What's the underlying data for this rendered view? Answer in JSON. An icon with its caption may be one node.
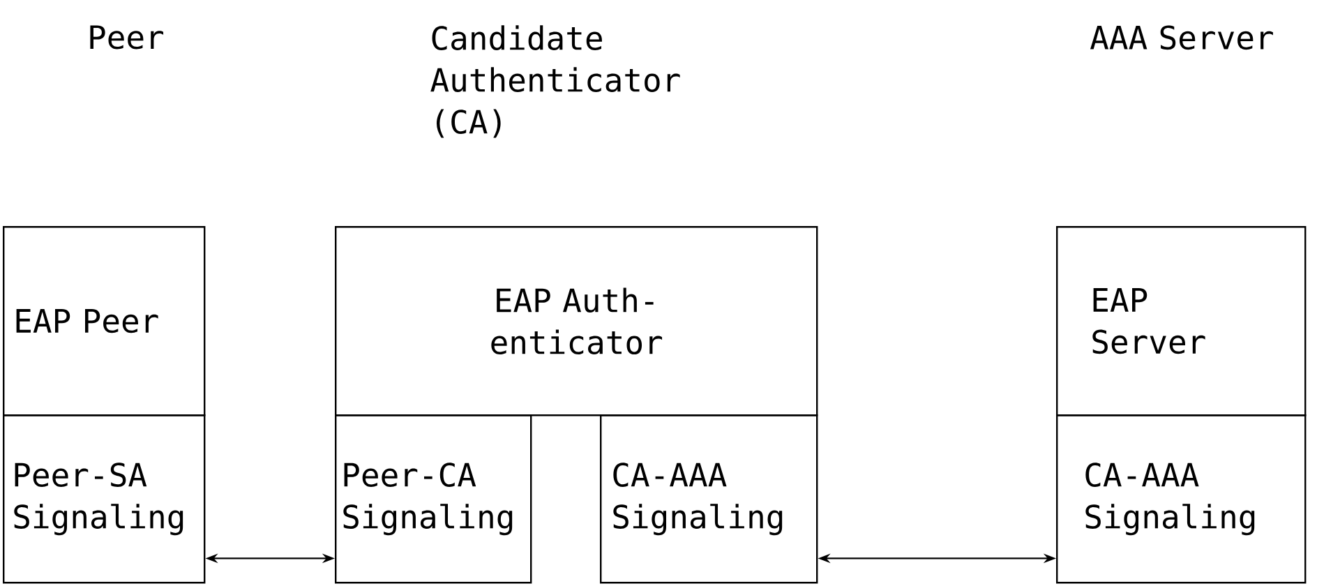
{
  "diagram": {
    "nodes": [
      {
        "text": [
          "EAP Peer"
        ]
      },
      {
        "text": [
          "EAP Auth- enticator"
        ]
      },
      {
        "text": [
          "EAP Server"
        ]
      },
      {
        "text": [
          "Peer-SA Signaling"
        ]
      },
      {
        "text": [
          "Peer-CA Signaling"
        ]
      },
      {
        "text": [
          "CA-AAA Signaling"
        ]
      },
      {
        "text": [
          "CA-AAA Signaling"
        ]
      }
    ],
    "edges": [
      {
        "from": 3,
        "to": 4,
        "arrow": "both"
      },
      {
        "from": 5,
        "to": 6,
        "arrow": "both"
      }
    ],
    "labels": [
      "Peer",
      "Candidate Authenticator (CA)",
      "AAA Server"
    ]
  }
}
